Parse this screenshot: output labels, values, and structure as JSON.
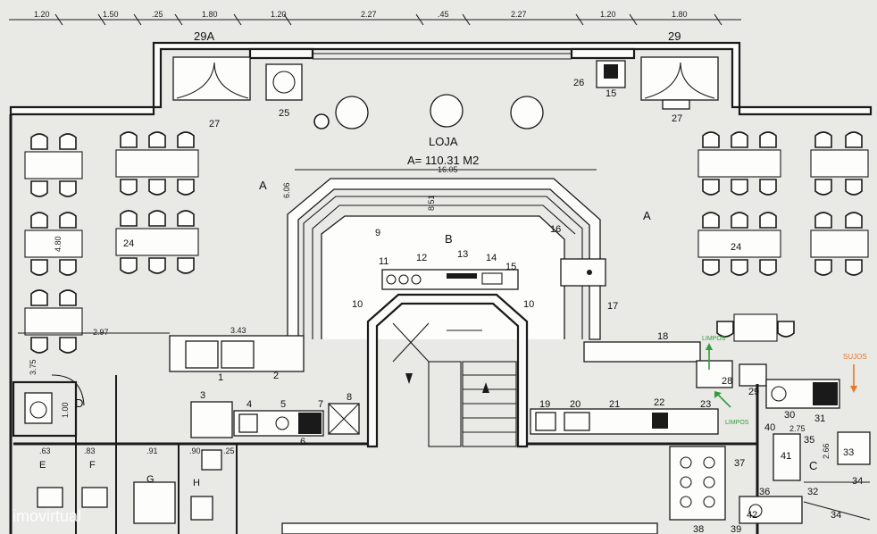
{
  "dimensions_top": [
    "1.20",
    "1.50",
    ".25",
    "1.80",
    "1.20",
    "2.27",
    ".45",
    "2.27",
    "1.20",
    "1.80"
  ],
  "entrances": [
    "29A",
    "29"
  ],
  "room": {
    "name": "LOJA",
    "area": "A= 110.31 M2"
  },
  "zones": [
    "A",
    "A",
    "B",
    "C",
    "D",
    "E",
    "F",
    "G",
    "H"
  ],
  "dims_inner": [
    "16.05",
    "6.06",
    "8.51",
    "4.80",
    "2.97",
    "3.43",
    "3.75",
    "1.00",
    ".63",
    ".83",
    ".91",
    ".90",
    ".25",
    "2.75",
    "2.66"
  ],
  "numbers": [
    "1",
    "2",
    "3",
    "4",
    "5",
    "6",
    "7",
    "8",
    "9",
    "10",
    "10",
    "11",
    "12",
    "13",
    "14",
    "15",
    "15",
    "16",
    "17",
    "18",
    "19",
    "20",
    "21",
    "22",
    "23",
    "24",
    "24",
    "25",
    "26",
    "27",
    "27",
    "28",
    "29",
    "30",
    "31",
    "32",
    "33",
    "34",
    "34",
    "35",
    "36",
    "37",
    "38",
    "39",
    "40",
    "41",
    "42"
  ],
  "notes": {
    "sujos": "SUJOS",
    "limpos_1": "LIMPOS",
    "limpos_2": "LIMPOS"
  },
  "watermark": "imovirtual",
  "colors": {
    "paper": "#e9e9e6",
    "line": "#1a1a1a",
    "sujos": "#e8782a",
    "limpos": "#2f9e3a"
  }
}
